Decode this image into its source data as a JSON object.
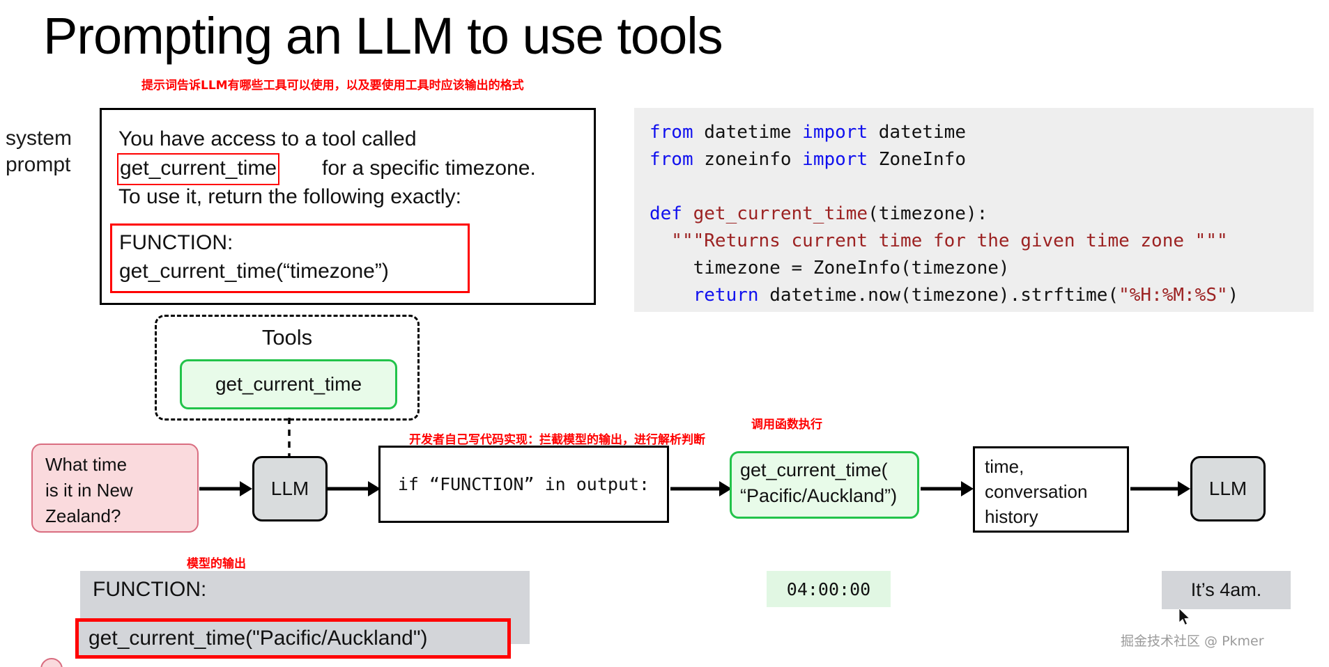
{
  "page": {
    "title": "Prompting an LLM to use tools"
  },
  "annotations": {
    "prompt_note": "提示词告诉LLM有哪些工具可以使用，以及要使用工具时应该输出的格式",
    "parse_note": "开发者自己写代码实现：拦截模型的输出，进行解析判断",
    "call_note": "调用函数执行",
    "model_output_note": "模型的输出",
    "color": "#ff0000"
  },
  "system_prompt": {
    "label_line1": "system",
    "label_line2": "prompt",
    "line1": "You have access to a tool called",
    "highlighted_tool": "get_current_time",
    "line2_rest": "for a specific timezone.",
    "line3": "To use it, return the following exactly:",
    "function_block": {
      "line1": "FUNCTION:",
      "line2": "get_current_time(“timezone”)"
    },
    "highlight_color": "#ff0000"
  },
  "code_panel": {
    "background": "#eeeeee",
    "keyword_color": "#1010ee",
    "string_color": "#9c2222",
    "lines": [
      {
        "tokens": [
          {
            "t": "from ",
            "c": "kw"
          },
          {
            "t": "datetime ",
            "c": "pl"
          },
          {
            "t": "import ",
            "c": "kw"
          },
          {
            "t": "datetime",
            "c": "pl"
          }
        ]
      },
      {
        "tokens": [
          {
            "t": "from ",
            "c": "kw"
          },
          {
            "t": "zoneinfo ",
            "c": "pl"
          },
          {
            "t": "import ",
            "c": "kw"
          },
          {
            "t": "ZoneInfo",
            "c": "pl"
          }
        ]
      },
      {
        "tokens": [
          {
            "t": "",
            "c": "pl"
          }
        ]
      },
      {
        "tokens": [
          {
            "t": "def ",
            "c": "kw"
          },
          {
            "t": "get_current_time",
            "c": "fn"
          },
          {
            "t": "(timezone):",
            "c": "pl"
          }
        ]
      },
      {
        "tokens": [
          {
            "t": "  \"\"\"Returns current time for the given time zone \"\"\"",
            "c": "str"
          }
        ]
      },
      {
        "tokens": [
          {
            "t": "    timezone = ZoneInfo(timezone)",
            "c": "pl"
          }
        ]
      },
      {
        "tokens": [
          {
            "t": "    ",
            "c": "pl"
          },
          {
            "t": "return ",
            "c": "kw"
          },
          {
            "t": "datetime.now(timezone).strftime(",
            "c": "pl"
          },
          {
            "t": "\"%H:%M:%S\"",
            "c": "str"
          },
          {
            "t": ")",
            "c": "pl"
          }
        ]
      }
    ]
  },
  "tools": {
    "title": "Tools",
    "items": [
      "get_current_time"
    ],
    "chip_border": "#22c34a",
    "chip_bg": "#e8fbe9"
  },
  "flow": {
    "question": "What time is it in New Zealand?",
    "question_lines": [
      "What time",
      "is it in New",
      "Zealand?"
    ],
    "llm_label_1": "LLM",
    "condition_code": "if “FUNCTION” in output:",
    "function_call_lines": [
      "get_current_time(",
      "“Pacific/Auckland”)"
    ],
    "history_lines": [
      "time,",
      "conversation",
      "history"
    ],
    "llm_label_2": "LLM"
  },
  "outputs": {
    "model_output_header": "FUNCTION:",
    "model_output_call": "get_current_time(\"Pacific/Auckland\")",
    "time_result": "04:00:00",
    "final_answer": "It’s 4am."
  },
  "watermark": "掘金技术社区 @ Pkmer"
}
